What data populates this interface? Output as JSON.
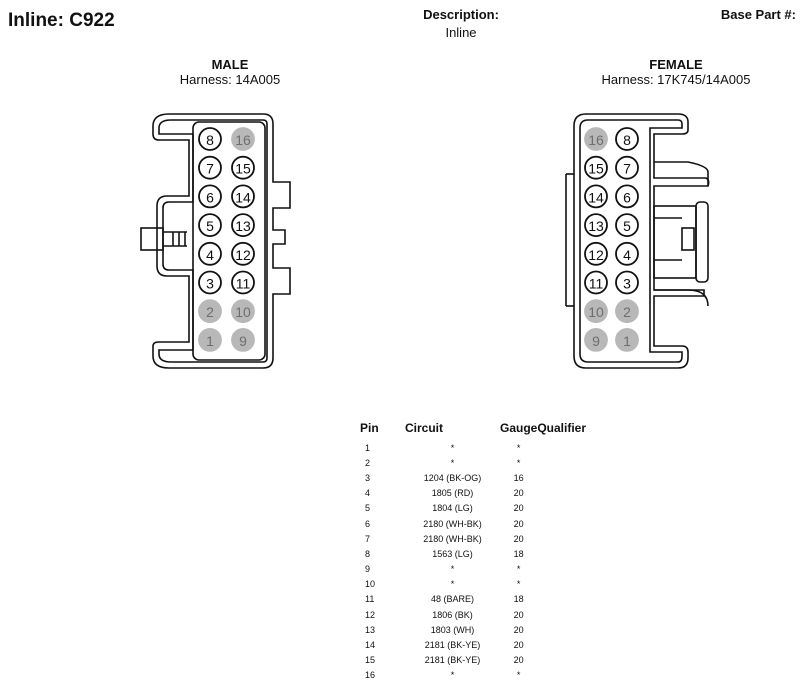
{
  "header": {
    "title": "Inline: C922",
    "description_label": "Description:",
    "description_value": "Inline",
    "base_part_label": "Base Part #:"
  },
  "male": {
    "name": "MALE",
    "harness": "Harness: 14A005",
    "rows": [
      [
        {
          "n": "8",
          "filled": false
        },
        {
          "n": "16",
          "filled": true
        }
      ],
      [
        {
          "n": "7",
          "filled": false
        },
        {
          "n": "15",
          "filled": false
        }
      ],
      [
        {
          "n": "6",
          "filled": false
        },
        {
          "n": "14",
          "filled": false
        }
      ],
      [
        {
          "n": "5",
          "filled": false
        },
        {
          "n": "13",
          "filled": false
        }
      ],
      [
        {
          "n": "4",
          "filled": false
        },
        {
          "n": "12",
          "filled": false
        }
      ],
      [
        {
          "n": "3",
          "filled": false
        },
        {
          "n": "11",
          "filled": false
        }
      ],
      [
        {
          "n": "2",
          "filled": true
        },
        {
          "n": "10",
          "filled": true
        }
      ],
      [
        {
          "n": "1",
          "filled": true
        },
        {
          "n": "9",
          "filled": true
        }
      ]
    ]
  },
  "female": {
    "name": "FEMALE",
    "harness": "Harness: 17K745/14A005",
    "rows": [
      [
        {
          "n": "16",
          "filled": true
        },
        {
          "n": "8",
          "filled": false
        }
      ],
      [
        {
          "n": "15",
          "filled": false
        },
        {
          "n": "7",
          "filled": false
        }
      ],
      [
        {
          "n": "14",
          "filled": false
        },
        {
          "n": "6",
          "filled": false
        }
      ],
      [
        {
          "n": "13",
          "filled": false
        },
        {
          "n": "5",
          "filled": false
        }
      ],
      [
        {
          "n": "12",
          "filled": false
        },
        {
          "n": "4",
          "filled": false
        }
      ],
      [
        {
          "n": "11",
          "filled": false
        },
        {
          "n": "3",
          "filled": false
        }
      ],
      [
        {
          "n": "10",
          "filled": true
        },
        {
          "n": "2",
          "filled": true
        }
      ],
      [
        {
          "n": "9",
          "filled": true
        },
        {
          "n": "1",
          "filled": true
        }
      ]
    ]
  },
  "table": {
    "headers": {
      "pin": "Pin",
      "circuit": "Circuit",
      "gauge": "Gauge",
      "qualifier": "Qualifier"
    },
    "rows": [
      {
        "pin": "1",
        "circuit": "*",
        "gauge": "*"
      },
      {
        "pin": "2",
        "circuit": "*",
        "gauge": "*"
      },
      {
        "pin": "3",
        "circuit": "1204 (BK-OG)",
        "gauge": "16"
      },
      {
        "pin": "4",
        "circuit": "1805 (RD)",
        "gauge": "20"
      },
      {
        "pin": "5",
        "circuit": "1804 (LG)",
        "gauge": "20"
      },
      {
        "pin": "6",
        "circuit": "2180 (WH-BK)",
        "gauge": "20"
      },
      {
        "pin": "7",
        "circuit": "2180 (WH-BK)",
        "gauge": "20"
      },
      {
        "pin": "8",
        "circuit": "1563 (LG)",
        "gauge": "18"
      },
      {
        "pin": "9",
        "circuit": "*",
        "gauge": "*"
      },
      {
        "pin": "10",
        "circuit": "*",
        "gauge": "*"
      },
      {
        "pin": "11",
        "circuit": "48 (BARE)",
        "gauge": "18"
      },
      {
        "pin": "12",
        "circuit": "1806 (BK)",
        "gauge": "20"
      },
      {
        "pin": "13",
        "circuit": "1803 (WH)",
        "gauge": "20"
      },
      {
        "pin": "14",
        "circuit": "2181 (BK-YE)",
        "gauge": "20"
      },
      {
        "pin": "15",
        "circuit": "2181 (BK-YE)",
        "gauge": "20"
      },
      {
        "pin": "16",
        "circuit": "*",
        "gauge": "*"
      }
    ]
  },
  "colors": {
    "filled_pin": "#b8b8b8",
    "filled_pin_text": "#6e6e6e",
    "line": "#111111"
  }
}
